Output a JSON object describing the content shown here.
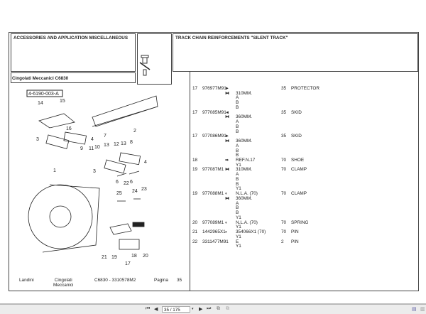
{
  "header": {
    "section_title": "ACCESSORIES AND APPLICATION MISCELLANEOUS",
    "subsection": "Cingolati Meccanici C6830",
    "group_title": "TRACK CHAIN REINFORCEMENTS \"SILENT TRACK\"",
    "icon": "hydraulic-cylinder-icon"
  },
  "diagram": {
    "ref": "4-6190-003-A",
    "labels": [
      "15",
      "14",
      "16",
      "3",
      "4",
      "7",
      "2",
      "9",
      "11",
      "10",
      "13",
      "12",
      "13",
      "8",
      "4",
      "3",
      "6",
      "6",
      "1",
      "22",
      "25",
      "24",
      "23",
      "21",
      "19",
      "18",
      "20",
      "17"
    ]
  },
  "rows": [
    [
      "17",
      "976977M91",
      "►",
      "",
      "35",
      "PROTECTOR"
    ],
    [
      "",
      "",
      "⧓",
      "310MM.",
      "",
      ""
    ],
    [
      "",
      "",
      "",
      "A",
      "",
      ""
    ],
    [
      "",
      "",
      "",
      "B",
      "",
      ""
    ],
    [
      "",
      "",
      "",
      "B",
      "",
      ""
    ],
    [
      "17",
      "977085M91",
      "◄",
      "",
      "35",
      "SKID"
    ],
    [
      "",
      "",
      "⧓",
      "360MM.",
      "",
      ""
    ],
    [
      "",
      "",
      "",
      "A",
      "",
      ""
    ],
    [
      "",
      "",
      "",
      "B",
      "",
      ""
    ],
    [
      "",
      "",
      "",
      "B",
      "",
      ""
    ],
    [
      "17",
      "977086M91",
      "►",
      "",
      "35",
      "SKID"
    ],
    [
      "",
      "",
      "⧓",
      "360MM.",
      "",
      ""
    ],
    [
      "",
      "",
      "",
      "A",
      "",
      ""
    ],
    [
      "",
      "",
      "",
      "B",
      "",
      ""
    ],
    [
      "",
      "",
      "",
      "B",
      "",
      ""
    ],
    [
      "18",
      "",
      "➡",
      "REF.N.17",
      "70",
      "SHOE"
    ],
    [
      "",
      "",
      "",
      "Y1",
      "",
      ""
    ],
    [
      "19",
      "977087M1",
      "⧓",
      "310MM.",
      "70",
      "CLAMP"
    ],
    [
      "",
      "",
      "",
      "A",
      "",
      ""
    ],
    [
      "",
      "",
      "",
      "B",
      "",
      ""
    ],
    [
      "",
      "",
      "",
      "B",
      "",
      ""
    ],
    [
      "",
      "",
      "",
      "Y1",
      "",
      ""
    ],
    [
      "19",
      "977088M1",
      "◐",
      "N.L.A.  (70)",
      "70",
      "CLAMP"
    ],
    [
      "",
      "",
      "⧓",
      "360MM.",
      "",
      ""
    ],
    [
      "",
      "",
      "",
      "A",
      "",
      ""
    ],
    [
      "",
      "",
      "",
      "B",
      "",
      ""
    ],
    [
      "",
      "",
      "",
      "B",
      "",
      ""
    ],
    [
      "",
      "",
      "",
      "Y1",
      "",
      ""
    ],
    [
      "20",
      "977089M1",
      "◐",
      "N.L.A.  (70)",
      "70",
      "SPRING"
    ],
    [
      "",
      "",
      "",
      "Y1",
      "",
      ""
    ],
    [
      "21",
      "1442965X1",
      "◐",
      "354066X1  (70)",
      "70",
      "PIN"
    ],
    [
      "",
      "",
      "",
      "Y1",
      "",
      ""
    ],
    [
      "22",
      "3311477M91",
      "",
      "E",
      "2",
      "PIN"
    ],
    [
      "",
      "",
      "",
      "Y1",
      "",
      ""
    ]
  ],
  "footer": {
    "brand": "Landini",
    "series_line1": "Cingolati",
    "series_line2": "Meccanici",
    "model": "C6830 - 3310578M2",
    "page_label": "Pagina",
    "page_number": "35"
  },
  "toolbar": {
    "page_display": "35 / 175",
    "first": "first-page-icon",
    "prev": "prev-page-icon",
    "next": "next-page-icon",
    "last": "last-page-icon"
  }
}
